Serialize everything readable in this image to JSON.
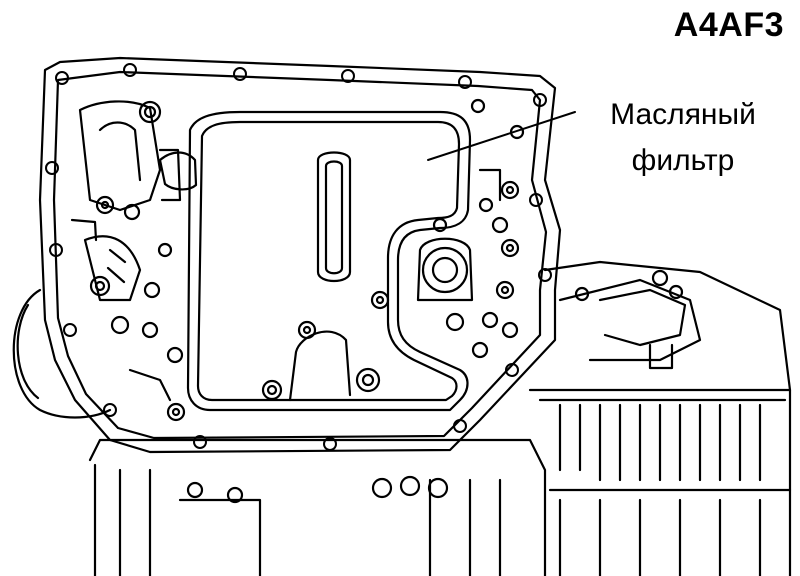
{
  "diagram": {
    "code_label": "A4AF3",
    "callout": {
      "line1": "Масляный",
      "line2": "фильтр"
    }
  },
  "colors": {
    "ink": "#000000",
    "paper": "#ffffff"
  }
}
